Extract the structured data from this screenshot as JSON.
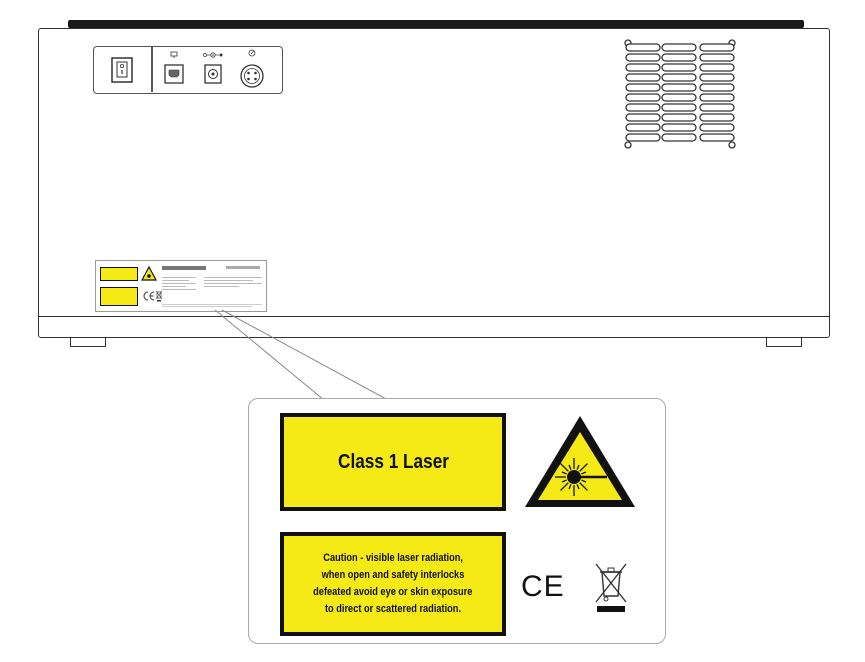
{
  "callout_label": {
    "class_text": "Class 1 Laser",
    "caution_lines": [
      "Caution - visible laser radiation,",
      "when open and safety interlocks",
      "defeated avoid eye or skin exposure",
      "to direct or scattered radiation."
    ],
    "ce_mark": "CE"
  },
  "colors": {
    "label_yellow": "#f5ea16",
    "outline": "#111111"
  },
  "icons": [
    "power-switch-icon",
    "usb-port-icon",
    "dc-power-jack-icon",
    "air-pump-connector-icon",
    "laser-warning-triangle-icon",
    "weee-crossed-bin-icon",
    "vent-grille"
  ]
}
